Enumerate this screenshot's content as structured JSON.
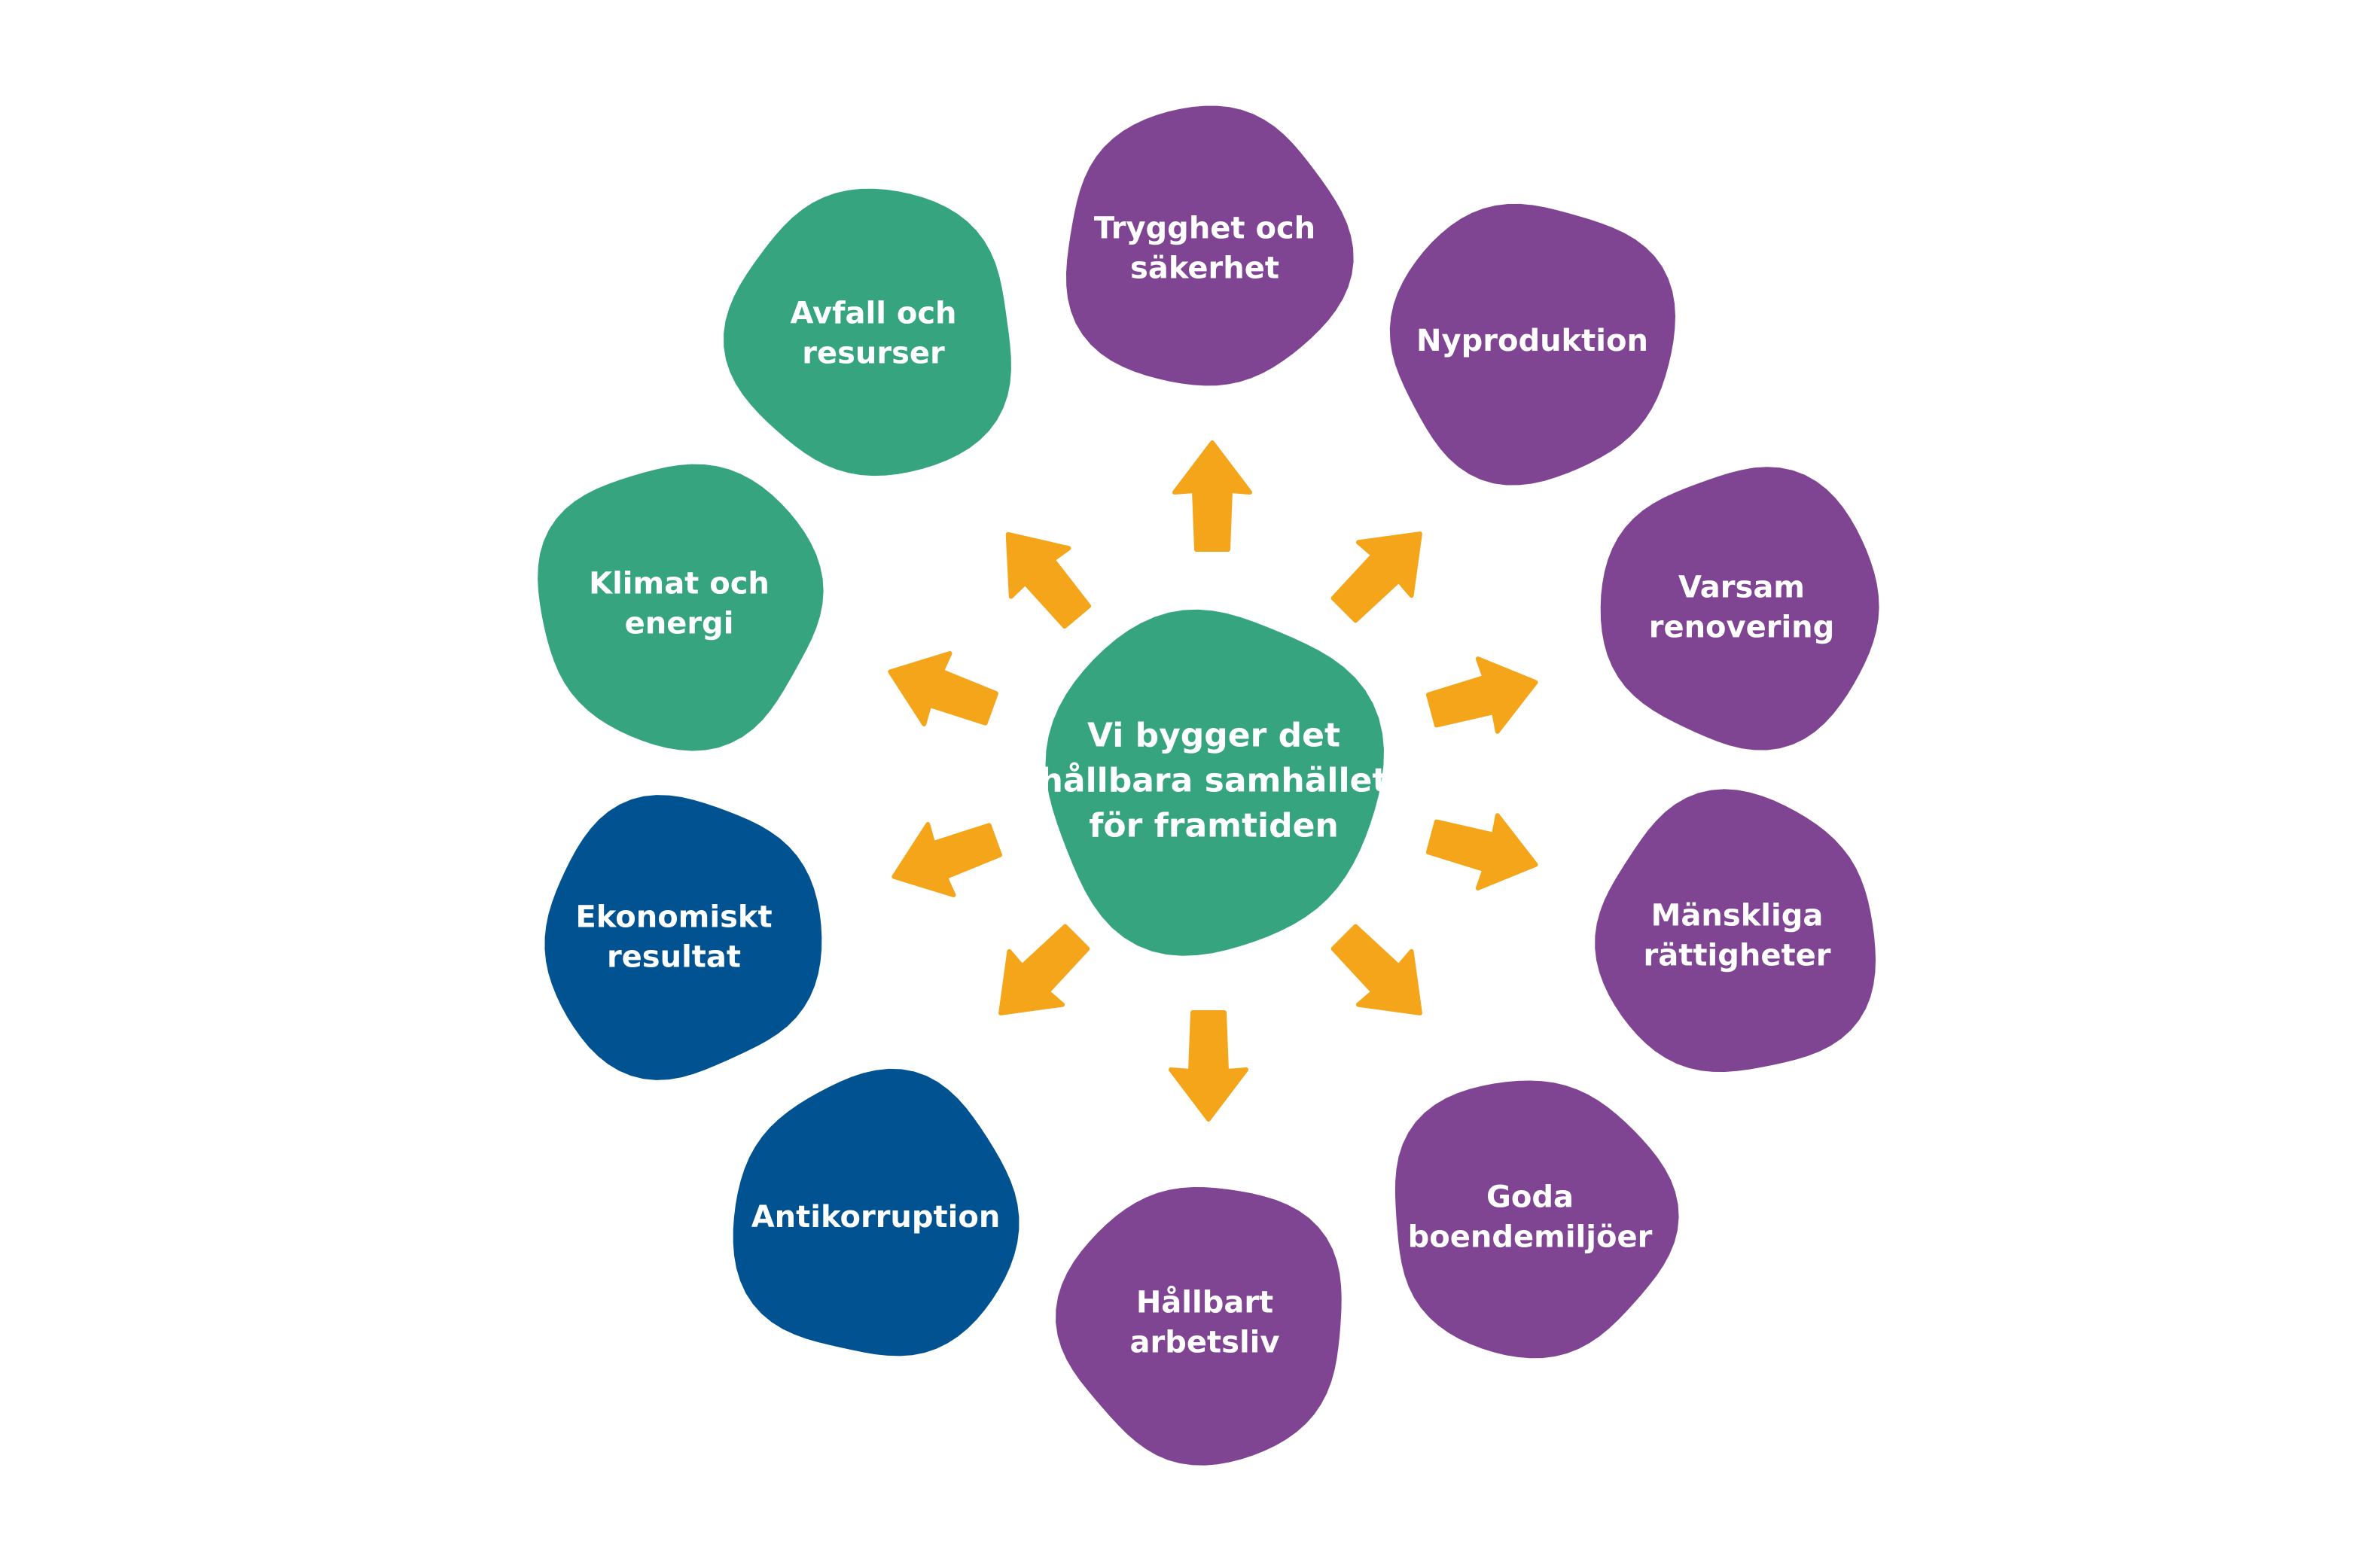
{
  "colors": {
    "green": "#36a47f",
    "purple": "#7f4593",
    "blue": "#015291",
    "arrow": "#f4a519",
    "text": "#ffffff"
  },
  "center": {
    "lines": [
      "Vi bygger det",
      "hållbara samhället",
      "för framtiden"
    ],
    "color": "green"
  },
  "nodes": [
    {
      "id": "trygghet",
      "lines": [
        "Trygghet och",
        "säkerhet"
      ],
      "color": "purple"
    },
    {
      "id": "nyproduktion",
      "lines": [
        "Nyproduktion"
      ],
      "color": "purple"
    },
    {
      "id": "varsam",
      "lines": [
        "Varsam",
        "renovering"
      ],
      "color": "purple"
    },
    {
      "id": "manskliga",
      "lines": [
        "Mänskliga",
        "rättigheter"
      ],
      "color": "purple"
    },
    {
      "id": "goda",
      "lines": [
        "Goda",
        "boendemiljöer"
      ],
      "color": "purple"
    },
    {
      "id": "hallbart",
      "lines": [
        "Hållbart",
        "arbetsliv"
      ],
      "color": "purple"
    },
    {
      "id": "antikorruption",
      "lines": [
        "Antikorruption"
      ],
      "color": "blue"
    },
    {
      "id": "ekonomiskt",
      "lines": [
        "Ekonomiskt",
        "resultat"
      ],
      "color": "blue"
    },
    {
      "id": "klimat",
      "lines": [
        "Klimat och",
        "energi"
      ],
      "color": "green"
    },
    {
      "id": "avfall",
      "lines": [
        "Avfall och",
        "resurser"
      ],
      "color": "green"
    }
  ],
  "arrows": 10
}
